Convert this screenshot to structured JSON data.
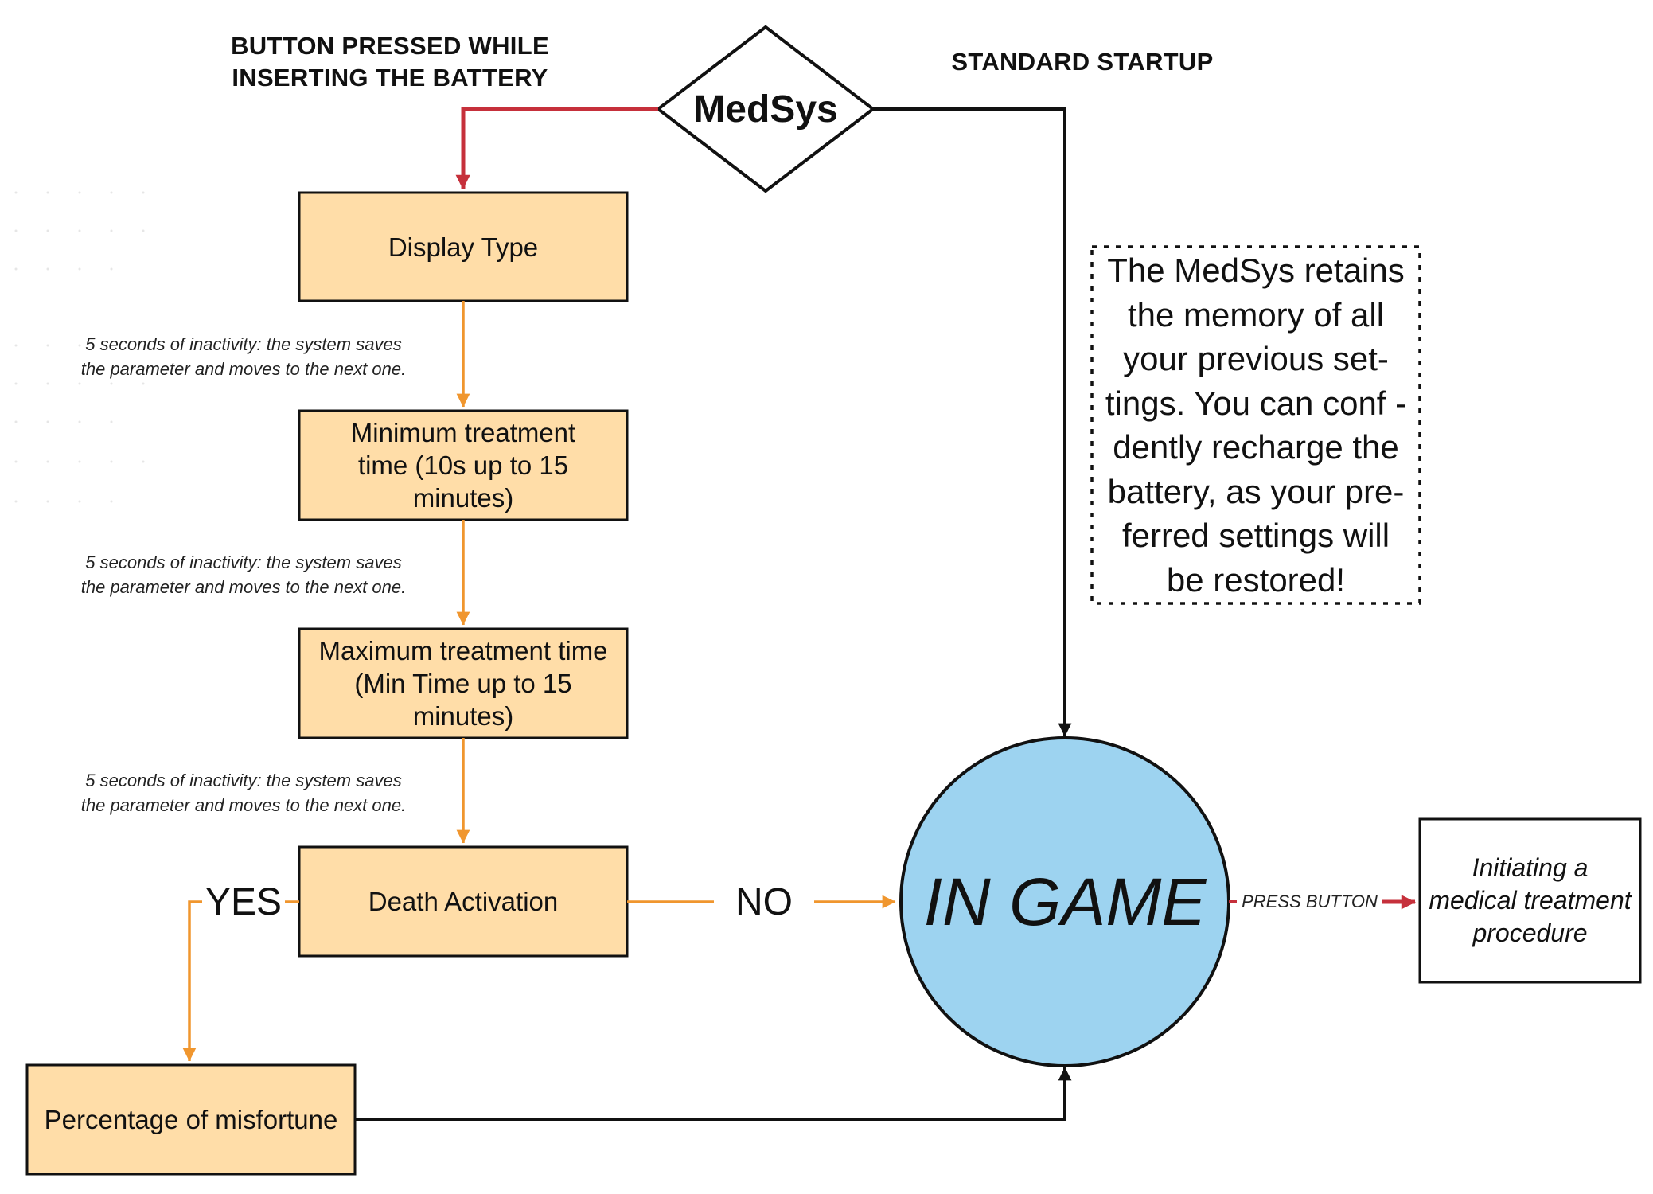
{
  "diagram": {
    "start_node": "MedSys",
    "branch_left_heading": "BUTTON PRESSED WHILE INSERTING THE BATTERY",
    "branch_right_heading": "STANDARD STARTUP",
    "steps": [
      "Display Type",
      "Minimum treatment time (10s up to 15 minutes)",
      "Maximum treatment time (Min Time up to 15 minutes)",
      "Death Activation"
    ],
    "inactivity_note": "5 seconds of inactivity: the system saves the parameter and moves to the next one.",
    "decision_yes": "YES",
    "decision_no": "NO",
    "misfortune_box": "Percentage of misfortune",
    "memory_note": "The MedSys retains the memory of all your previous set-tings. You can conf - dently recharge the battery, as your pre-ferred settings will be restored!",
    "in_game": "IN GAME",
    "press_button": "PRESS BUTTON",
    "treatment_box": "Initiating a medical treatment procedure",
    "colors": {
      "box_fill": "#FFDDA8",
      "circle_fill": "#9DD3F0",
      "orange_arrow": "#F0962E",
      "red_arrow": "#C6303B",
      "black_line": "#111111"
    }
  }
}
